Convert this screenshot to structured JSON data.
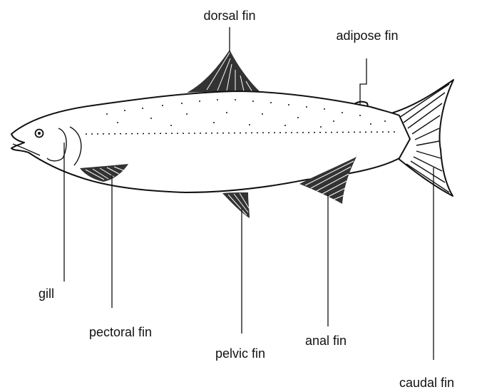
{
  "labels": {
    "dorsal_fin": "dorsal fin",
    "adipose_fin": "adipose fin",
    "gill": "gill",
    "pectoral_fin": "pectoral fin",
    "pelvic_fin": "pelvic fin",
    "anal_fin": "anal fin",
    "caudal_fin": "caudal fin"
  },
  "colors": {
    "ink": "#111111",
    "fin_shade": "#333333",
    "background": "#ffffff"
  }
}
